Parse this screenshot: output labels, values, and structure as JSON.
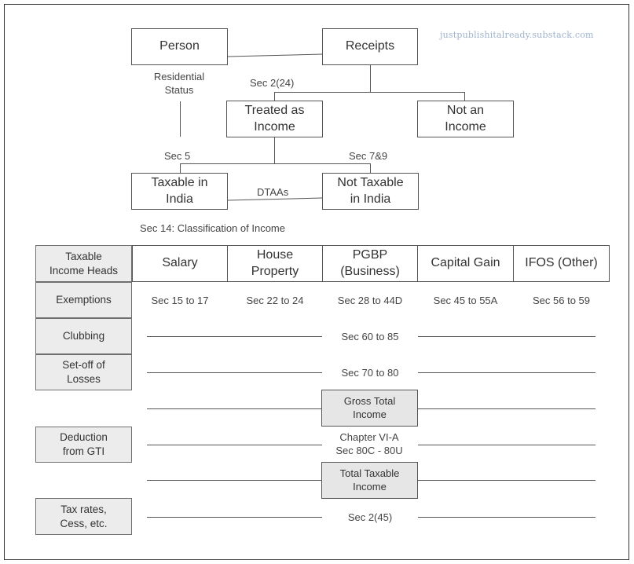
{
  "watermark": "justpublishitalready.substack.com",
  "top": {
    "person": "Person",
    "receipts": "Receipts",
    "residential_status": "Residential\nStatus",
    "sec_2_24": "Sec 2(24)",
    "treated_as_income": "Treated as\nIncome",
    "not_an_income": "Not an\nIncome",
    "sec_5": "Sec 5",
    "sec_7_9": "Sec 7&9",
    "taxable_in_india": "Taxable in\nIndia",
    "dtaas": "DTAAs",
    "not_taxable_in_india": "Not Taxable\nin India",
    "sec_14": "Sec 14: Classification of Income"
  },
  "table": {
    "header_label": "Taxable\nIncome Heads",
    "heads": [
      "Salary",
      "House\nProperty",
      "PGBP\n(Business)",
      "Capital Gain",
      "IFOS (Other)"
    ],
    "rows": {
      "exemptions": {
        "label": "Exemptions",
        "values": [
          "Sec 15 to 17",
          "Sec 22 to 24",
          "Sec 28 to 44D",
          "Sec 45 to 55A",
          "Sec 56 to 59"
        ]
      },
      "clubbing": {
        "label": "Clubbing",
        "value": "Sec 60 to 85"
      },
      "setoff": {
        "label": "Set-off of\nLosses",
        "value": "Sec 70 to 80"
      },
      "gti": {
        "value": "Gross Total\nIncome"
      },
      "deduction": {
        "label": "Deduction\nfrom GTI",
        "value": "Chapter VI-A\nSec 80C - 80U"
      },
      "tti": {
        "value": "Total Taxable\nIncome"
      },
      "taxrates": {
        "label": "Tax rates,\nCess, etc.",
        "value": "Sec 2(45)"
      }
    }
  }
}
